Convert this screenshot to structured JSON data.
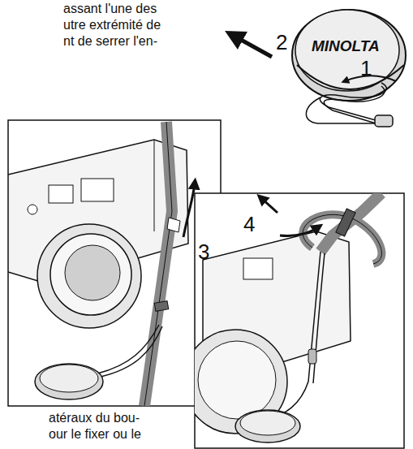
{
  "diagram": {
    "labels": [
      "assant l'une des",
      "utre extrémité de",
      "nt de serrer l'en-",
      "atéraux du bou-",
      "our le fixer ou le",
      "MINOLTA",
      "1",
      "2",
      "3",
      "4"
    ]
  }
}
